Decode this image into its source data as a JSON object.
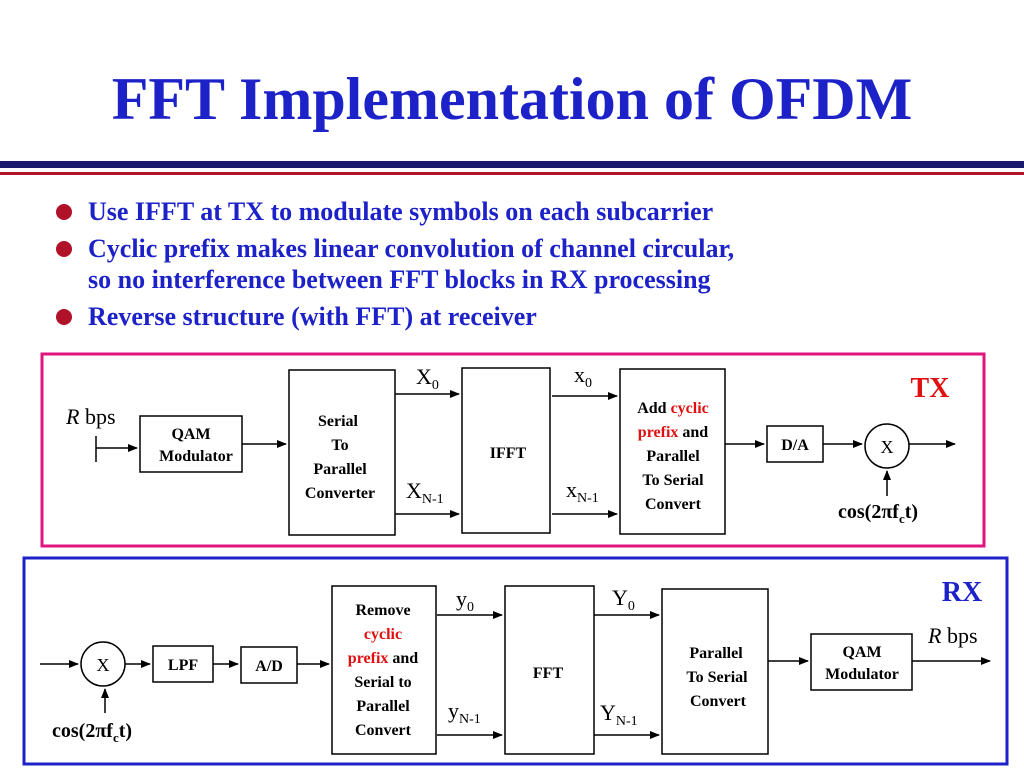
{
  "title": "FFT Implementation of OFDM",
  "bullets": [
    {
      "line1": "Use IFFT at TX to modulate symbols on each subcarrier",
      "line2": ""
    },
    {
      "line1": "Cyclic prefix makes linear convolution  of channel circular,",
      "line2": "so no interference between FFT blocks in RX processing"
    },
    {
      "line1": "Reverse structure (with FFT) at receiver",
      "line2": ""
    }
  ],
  "colors": {
    "title": "#1c22c8",
    "bullet_dot": "#b0122a",
    "tx_border": "#e0157d",
    "rx_border": "#1c22c8",
    "highlight": "#e01010"
  },
  "tx": {
    "label": "TX",
    "input_rate_italic": "R",
    "input_rate_unit": " bps",
    "qam": {
      "line1": "QAM",
      "line2": "Modulator"
    },
    "s2p": {
      "line1": "Serial",
      "line2": "To",
      "line3": "Parallel",
      "line4": "Converter"
    },
    "ifft": "IFFT",
    "in_top": {
      "base": "X",
      "sub": "0"
    },
    "in_bottom": {
      "base": "X",
      "sub": "N-1"
    },
    "out_top": {
      "base": "x",
      "sub": "0"
    },
    "out_bottom": {
      "base": "x",
      "sub": "N-1"
    },
    "cp": {
      "l1a": "Add ",
      "l1b": "cyclic",
      "l2a": "prefix",
      "l2b": " and",
      "l3": "Parallel",
      "l4": "To Serial",
      "l5": "Convert"
    },
    "da": "D/A",
    "mixer": "X",
    "carrier": {
      "pre": "cos(2",
      "pi": "π",
      "f": "f",
      "sub": "c",
      "post": "t)"
    }
  },
  "rx": {
    "label": "RX",
    "mixer": "X",
    "carrier": {
      "pre": "cos(2",
      "pi": "π",
      "f": "f",
      "sub": "c",
      "post": "t)"
    },
    "lpf": "LPF",
    "ad": "A/D",
    "cp": {
      "l1": "Remove",
      "l2": "cyclic",
      "l3a": "prefix",
      "l3b": " and",
      "l4": "Serial to",
      "l5": "Parallel",
      "l6": "Convert"
    },
    "in_top": {
      "base": "y",
      "sub": "0"
    },
    "in_bottom": {
      "base": "y",
      "sub": "N-1"
    },
    "fft": "FFT",
    "out_top": {
      "base": "Y",
      "sub": "0"
    },
    "out_bottom": {
      "base": "Y",
      "sub": "N-1"
    },
    "p2s": {
      "line1": "Parallel",
      "line2": "To Serial",
      "line3": "Convert"
    },
    "qam": {
      "line1": "QAM",
      "line2": "Modulator"
    },
    "output_rate_italic": "R",
    "output_rate_unit": " bps"
  }
}
